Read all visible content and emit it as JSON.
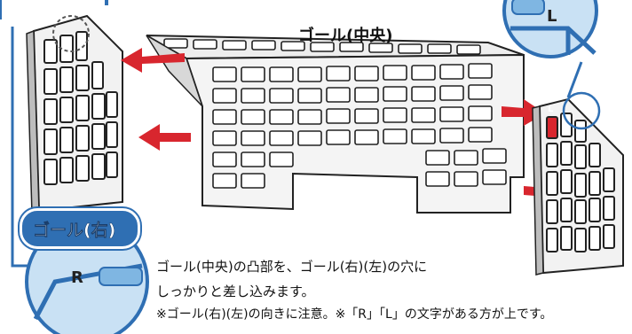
{
  "title_center": "ゴール(中央)",
  "badge_right": "ゴール(右)",
  "mark_r": "R",
  "mark_l": "L",
  "mark_l_small": "L",
  "instruction": {
    "line1": "ゴール(中央)の凸部を、ゴール(右)(左)の穴に",
    "line2": "しっかりと差し込みます。",
    "line3": "※ゴール(右)(左)の向きに注意。※「R」「L」の文字がある方が上です。"
  },
  "colors": {
    "accent_blue": "#2f6fb3",
    "light_blue": "#c9e1f4",
    "arrow_red": "#d8262e",
    "line_dark": "#222222",
    "panel_gray": "#ececec"
  },
  "icons": [
    "arrow-right-icon",
    "magnifier-circle-icon"
  ]
}
